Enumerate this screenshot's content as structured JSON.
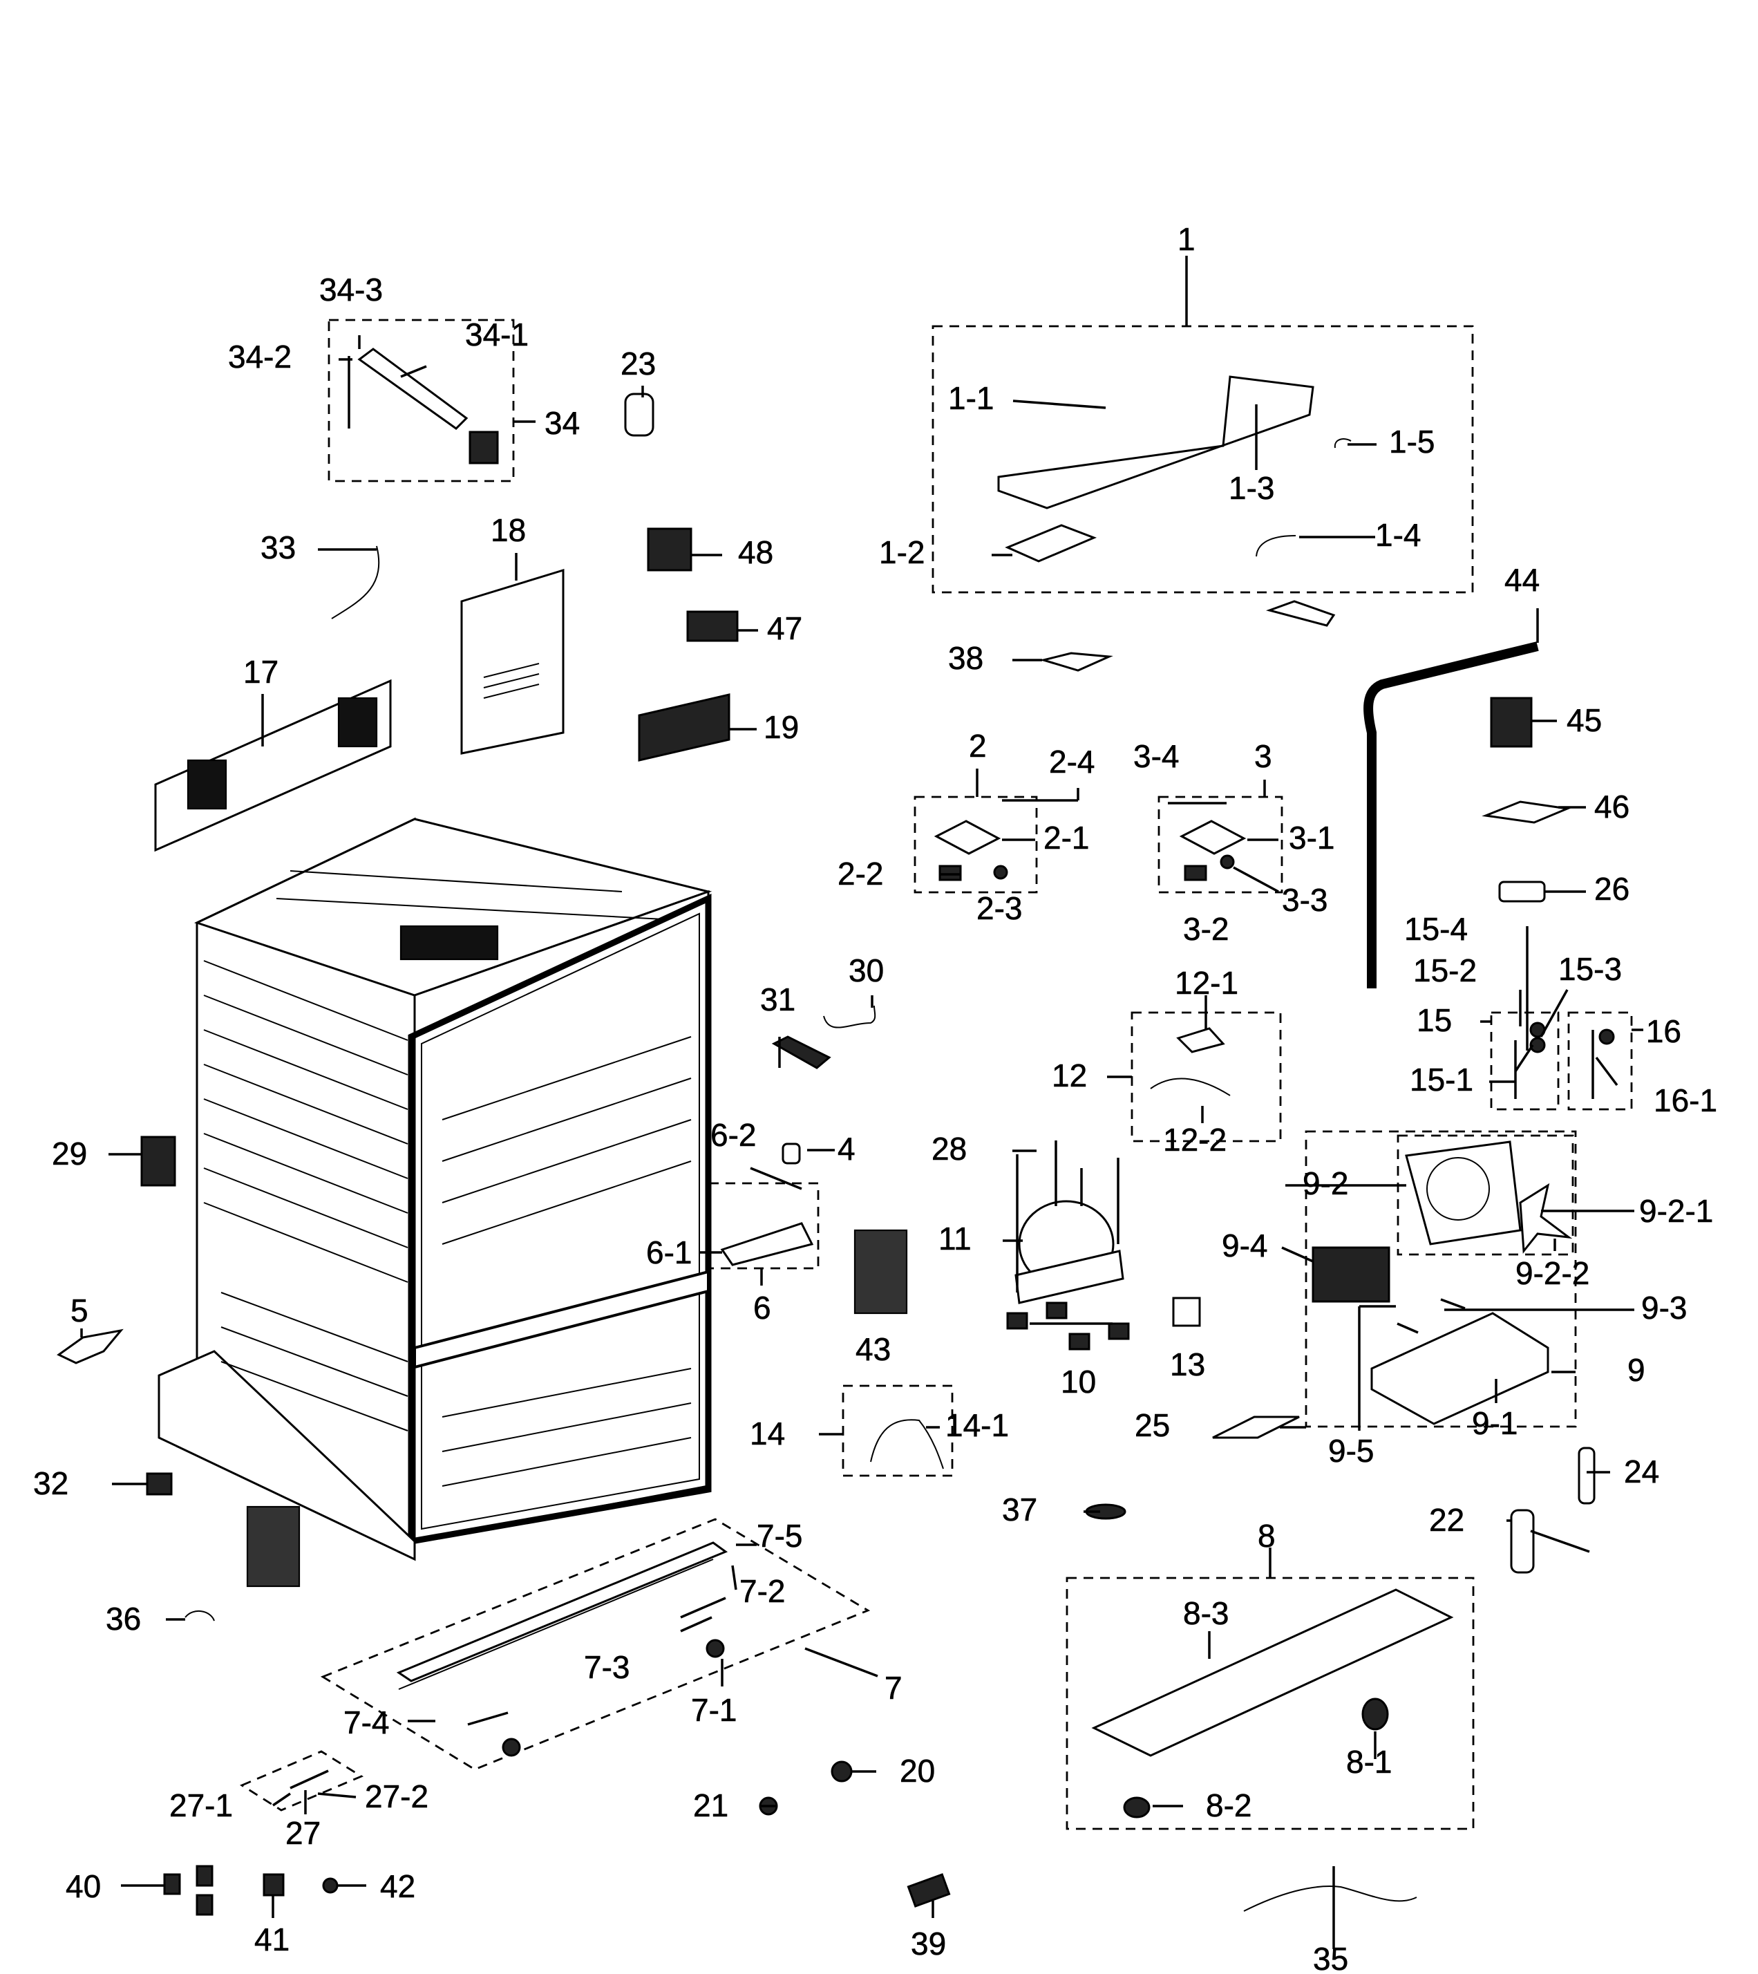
{
  "labels": {
    "p1": "1",
    "p1_1": "1-1",
    "p1_2": "1-2",
    "p1_3": "1-3",
    "p1_4": "1-4",
    "p1_5": "1-5",
    "p2": "2",
    "p2_1": "2-1",
    "p2_2": "2-2",
    "p2_3": "2-3",
    "p2_4": "2-4",
    "p3": "3",
    "p3_1": "3-1",
    "p3_2": "3-2",
    "p3_3": "3-3",
    "p3_4": "3-4",
    "p4": "4",
    "p5": "5",
    "p6": "6",
    "p6_1": "6-1",
    "p6_2": "6-2",
    "p7": "7",
    "p7_1": "7-1",
    "p7_2": "7-2",
    "p7_3": "7-3",
    "p7_4": "7-4",
    "p7_5": "7-5",
    "p8": "8",
    "p8_1": "8-1",
    "p8_2": "8-2",
    "p8_3": "8-3",
    "p9": "9",
    "p9_1": "9-1",
    "p9_2": "9-2",
    "p9_2_1": "9-2-1",
    "p9_2_2": "9-2-2",
    "p9_3": "9-3",
    "p9_4": "9-4",
    "p9_5": "9-5",
    "p10": "10",
    "p11": "11",
    "p12": "12",
    "p12_1": "12-1",
    "p12_2": "12-2",
    "p13": "13",
    "p14": "14",
    "p14_1": "14-1",
    "p15": "15",
    "p15_1": "15-1",
    "p15_2": "15-2",
    "p15_3": "15-3",
    "p15_4": "15-4",
    "p16": "16",
    "p16_1": "16-1",
    "p17": "17",
    "p18": "18",
    "p19": "19",
    "p20": "20",
    "p21": "21",
    "p22": "22",
    "p23": "23",
    "p24": "24",
    "p25": "25",
    "p26": "26",
    "p27": "27",
    "p27_1": "27-1",
    "p27_2": "27-2",
    "p28": "28",
    "p29": "29",
    "p30": "30",
    "p31": "31",
    "p32": "32",
    "p33": "33",
    "p34": "34",
    "p34_1": "34-1",
    "p34_2": "34-2",
    "p34_3": "34-3",
    "p35": "35",
    "p36": "36",
    "p37": "37",
    "p38": "38",
    "p39": "39",
    "p40": "40",
    "p41": "41",
    "p42": "42",
    "p43": "43",
    "p44": "44",
    "p45": "45",
    "p46": "46",
    "p47": "47",
    "p48": "48"
  }
}
